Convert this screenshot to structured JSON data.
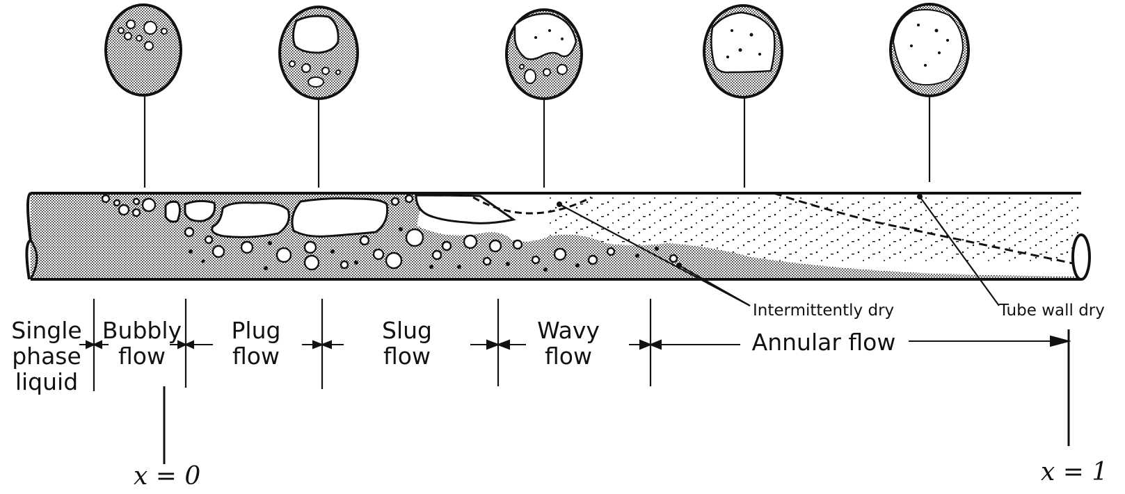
{
  "regimes": {
    "single_phase_line1": "Single",
    "single_phase_line2": "phase",
    "single_phase_line3": "liquid",
    "bubbly_line1": "Bubbly",
    "bubbly_line2": "flow",
    "plug_line1": "Plug",
    "plug_line2": "flow",
    "slug_line1": "Slug",
    "slug_line2": "flow",
    "wavy_line1": "Wavy",
    "wavy_line2": "flow",
    "annular": "Annular flow"
  },
  "callouts": {
    "intermittently_dry": "Intermittently  dry",
    "tube_wall_dry": "Tube wall dry"
  },
  "quality": {
    "x0": "x = 0",
    "x1": "x = 1"
  }
}
